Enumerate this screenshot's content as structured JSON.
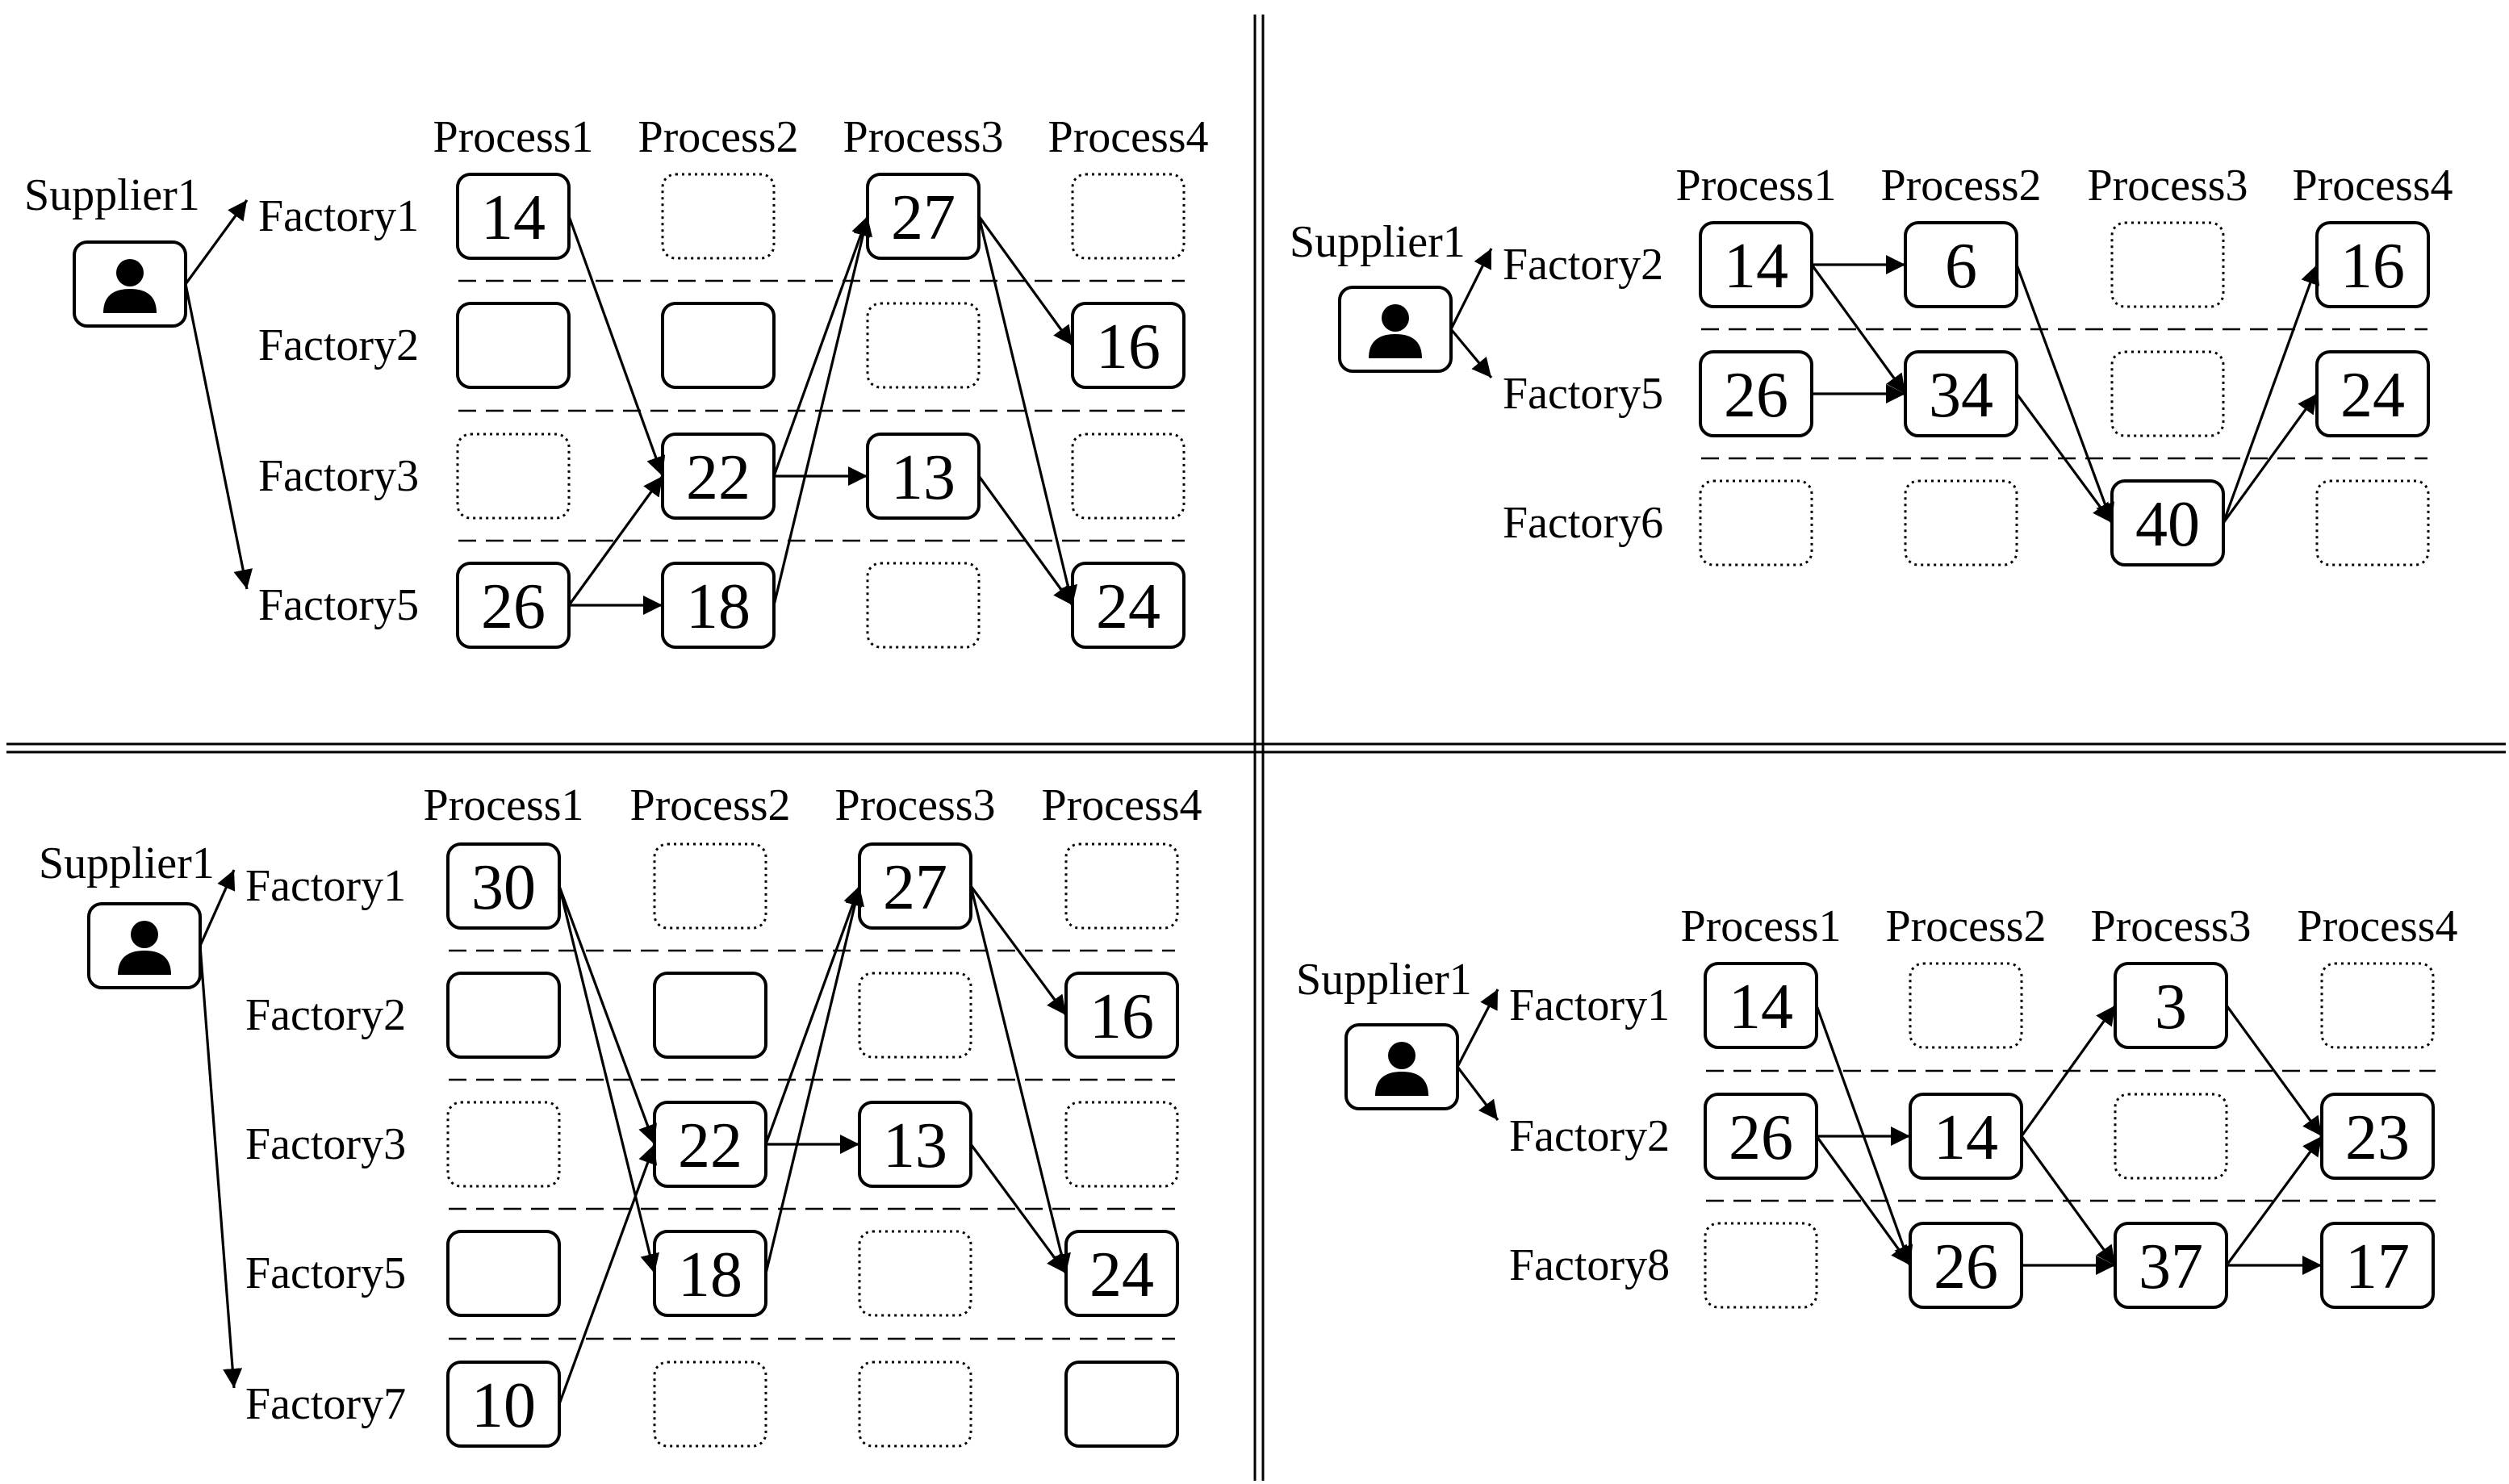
{
  "panels": [
    {
      "supplier": "Supplier1",
      "processes": [
        "Process1",
        "Process2",
        "Process3",
        "Process4"
      ],
      "factories": [
        "Factory1",
        "Factory2",
        "Factory3",
        "Factory5"
      ],
      "cells": [
        [
          {
            "v": "14",
            "s": 1
          },
          {
            "v": "",
            "s": 0
          },
          {
            "v": "27",
            "s": 1
          },
          {
            "v": "",
            "s": 0
          }
        ],
        [
          {
            "v": "",
            "s": 1
          },
          {
            "v": "",
            "s": 1
          },
          {
            "v": "",
            "s": 0
          },
          {
            "v": "16",
            "s": 1
          }
        ],
        [
          {
            "v": "",
            "s": 0
          },
          {
            "v": "22",
            "s": 1
          },
          {
            "v": "13",
            "s": 1
          },
          {
            "v": "",
            "s": 0
          }
        ],
        [
          {
            "v": "26",
            "s": 1
          },
          {
            "v": "18",
            "s": 1
          },
          {
            "v": "",
            "s": 0
          },
          {
            "v": "24",
            "s": 1
          }
        ]
      ],
      "supplier_links": [
        0,
        3
      ],
      "edges": [
        [
          0,
          0,
          2,
          1
        ],
        [
          3,
          0,
          2,
          1
        ],
        [
          3,
          0,
          3,
          1
        ],
        [
          2,
          1,
          0,
          2
        ],
        [
          3,
          1,
          0,
          2
        ],
        [
          2,
          1,
          2,
          2
        ],
        [
          0,
          2,
          1,
          3
        ],
        [
          0,
          2,
          3,
          3
        ],
        [
          2,
          2,
          3,
          3
        ]
      ]
    },
    {
      "supplier": "Supplier1",
      "processes": [
        "Process1",
        "Process2",
        "Process3",
        "Process4"
      ],
      "factories": [
        "Factory2",
        "Factory5",
        "Factory6"
      ],
      "cells": [
        [
          {
            "v": "14",
            "s": 1
          },
          {
            "v": "6",
            "s": 1
          },
          {
            "v": "",
            "s": 0
          },
          {
            "v": "16",
            "s": 1
          }
        ],
        [
          {
            "v": "26",
            "s": 1
          },
          {
            "v": "34",
            "s": 1
          },
          {
            "v": "",
            "s": 0
          },
          {
            "v": "24",
            "s": 1
          }
        ],
        [
          {
            "v": "",
            "s": 0
          },
          {
            "v": "",
            "s": 0
          },
          {
            "v": "40",
            "s": 1
          },
          {
            "v": "",
            "s": 0
          }
        ]
      ],
      "supplier_links": [
        0,
        1
      ],
      "edges": [
        [
          0,
          0,
          0,
          1
        ],
        [
          0,
          0,
          1,
          1
        ],
        [
          1,
          0,
          1,
          1
        ],
        [
          0,
          1,
          2,
          2
        ],
        [
          1,
          1,
          2,
          2
        ],
        [
          2,
          2,
          0,
          3
        ],
        [
          2,
          2,
          1,
          3
        ]
      ]
    },
    {
      "supplier": "Supplier1",
      "processes": [
        "Process1",
        "Process2",
        "Process3",
        "Process4"
      ],
      "factories": [
        "Factory1",
        "Factory2",
        "Factory3",
        "Factory5",
        "Factory7"
      ],
      "cells": [
        [
          {
            "v": "30",
            "s": 1
          },
          {
            "v": "",
            "s": 0
          },
          {
            "v": "27",
            "s": 1
          },
          {
            "v": "",
            "s": 0
          }
        ],
        [
          {
            "v": "",
            "s": 1
          },
          {
            "v": "",
            "s": 1
          },
          {
            "v": "",
            "s": 0
          },
          {
            "v": "16",
            "s": 1
          }
        ],
        [
          {
            "v": "",
            "s": 0
          },
          {
            "v": "22",
            "s": 1
          },
          {
            "v": "13",
            "s": 1
          },
          {
            "v": "",
            "s": 0
          }
        ],
        [
          {
            "v": "",
            "s": 1
          },
          {
            "v": "18",
            "s": 1
          },
          {
            "v": "",
            "s": 0
          },
          {
            "v": "24",
            "s": 1
          }
        ],
        [
          {
            "v": "10",
            "s": 1
          },
          {
            "v": "",
            "s": 0
          },
          {
            "v": "",
            "s": 0
          },
          {
            "v": "",
            "s": 1
          }
        ]
      ],
      "supplier_links": [
        0,
        4
      ],
      "edges": [
        [
          0,
          0,
          2,
          1
        ],
        [
          0,
          0,
          3,
          1
        ],
        [
          4,
          0,
          2,
          1
        ],
        [
          2,
          1,
          0,
          2
        ],
        [
          3,
          1,
          0,
          2
        ],
        [
          2,
          1,
          2,
          2
        ],
        [
          0,
          2,
          1,
          3
        ],
        [
          0,
          2,
          3,
          3
        ],
        [
          2,
          2,
          3,
          3
        ]
      ]
    },
    {
      "supplier": "Supplier1",
      "processes": [
        "Process1",
        "Process2",
        "Process3",
        "Process4"
      ],
      "factories": [
        "Factory1",
        "Factory2",
        "Factory8"
      ],
      "cells": [
        [
          {
            "v": "14",
            "s": 1
          },
          {
            "v": "",
            "s": 0
          },
          {
            "v": "3",
            "s": 1
          },
          {
            "v": "",
            "s": 0
          }
        ],
        [
          {
            "v": "26",
            "s": 1
          },
          {
            "v": "14",
            "s": 1
          },
          {
            "v": "",
            "s": 0
          },
          {
            "v": "23",
            "s": 1
          }
        ],
        [
          {
            "v": "",
            "s": 0
          },
          {
            "v": "26",
            "s": 1
          },
          {
            "v": "37",
            "s": 1
          },
          {
            "v": "17",
            "s": 1
          }
        ]
      ],
      "supplier_links": [
        0,
        1
      ],
      "edges": [
        [
          0,
          0,
          2,
          1
        ],
        [
          1,
          0,
          1,
          1
        ],
        [
          1,
          0,
          2,
          1
        ],
        [
          1,
          1,
          0,
          2
        ],
        [
          1,
          1,
          2,
          2
        ],
        [
          2,
          1,
          2,
          2
        ],
        [
          0,
          2,
          1,
          3
        ],
        [
          2,
          2,
          1,
          3
        ],
        [
          2,
          2,
          2,
          3
        ]
      ]
    }
  ]
}
